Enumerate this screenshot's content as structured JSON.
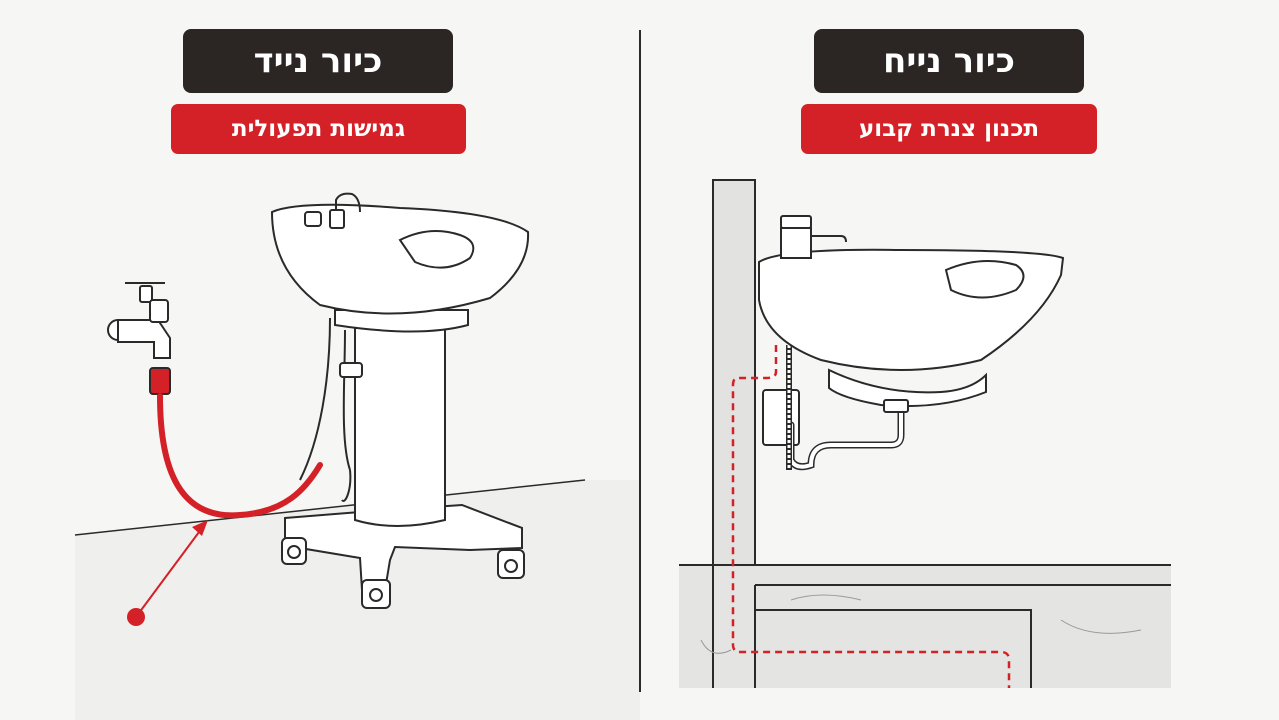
{
  "left_panel": {
    "title": "כיור נייד",
    "subtitle": "גמישות תפעולית"
  },
  "right_panel": {
    "title": "כיור נייח",
    "subtitle": "תכנון צנרת קבוע"
  },
  "colors": {
    "title_bg": "#2b2624",
    "accent_red": "#d42127",
    "line": "#2a2a2a",
    "background": "#f6f6f4"
  }
}
